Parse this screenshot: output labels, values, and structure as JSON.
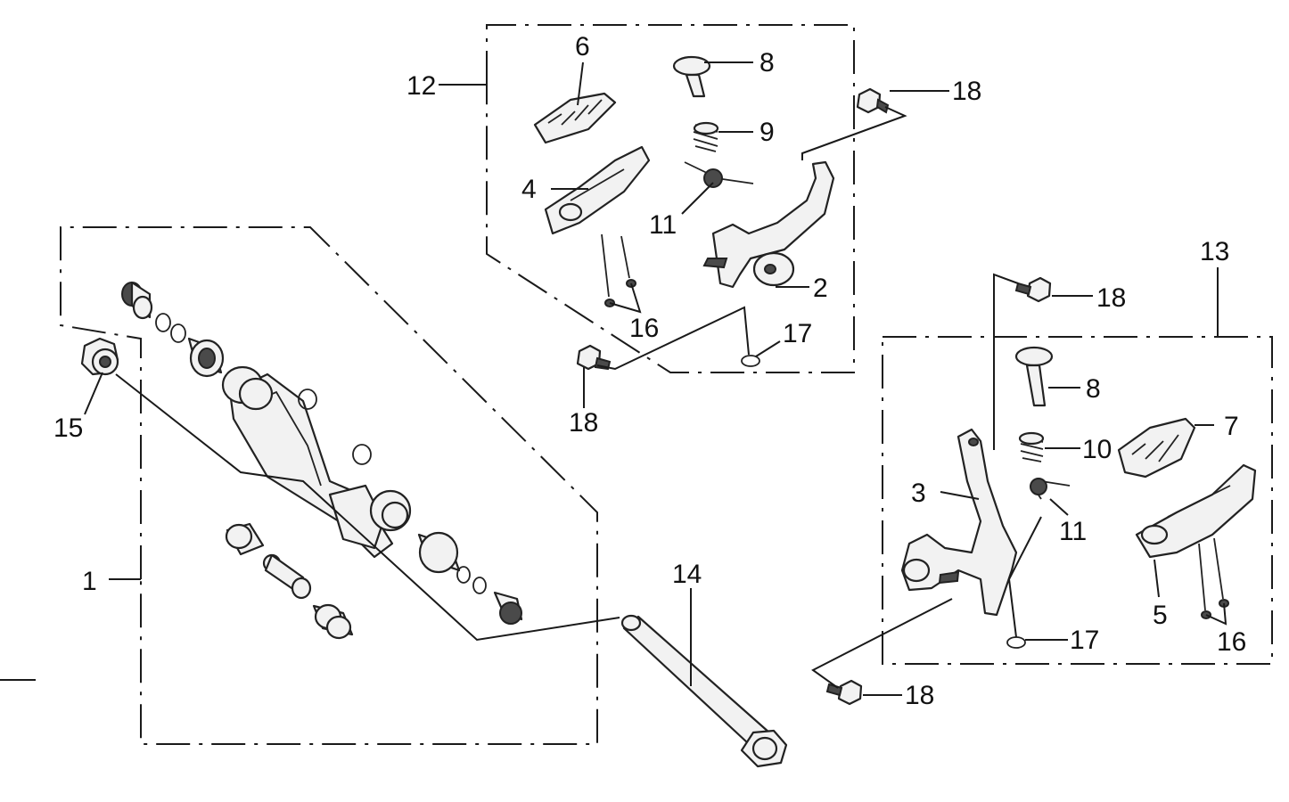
{
  "labels": {
    "l1": "1",
    "l2": "2",
    "l3": "3",
    "l4": "4",
    "l5": "5",
    "l6": "6",
    "l7": "7",
    "l8a": "8",
    "l8b": "8",
    "l9": "9",
    "l10": "10",
    "l11a": "11",
    "l11b": "11",
    "l12": "12",
    "l13": "13",
    "l14": "14",
    "l15": "15",
    "l16a": "16",
    "l16b": "16",
    "l17a": "17",
    "l17b": "17",
    "l18a": "18",
    "l18b": "18",
    "l18c": "18",
    "l18d": "18"
  }
}
